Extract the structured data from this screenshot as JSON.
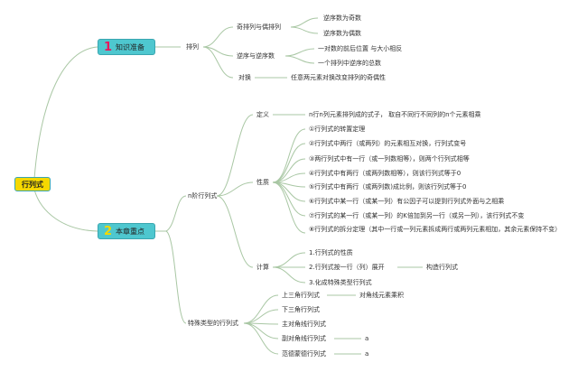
{
  "root": {
    "label": "行列式"
  },
  "colors": {
    "root_fill": "#f5d800",
    "root_border": "#3aa6b0",
    "main_box_fill": "#4ec7cf",
    "main_box_border": "#3aa6b0",
    "num1": "#e8175d",
    "num2": "#f5d800",
    "line": "#a9c7a4"
  },
  "sec1": {
    "number": "1",
    "label": "知识准备",
    "pailie": "排列",
    "jiou": "奇排列与偶排列",
    "jiou_odd": "逆序数为奇数",
    "jiou_even": "逆序数为偶数",
    "nixu": "逆序与逆序数",
    "nixu_1": "一对数的前后位置 与大小相反",
    "nixu_2": "一个排列中逆序的总数",
    "duihuan": "对换",
    "duihuan_1": "任意两元素对换改变排列的奇偶性"
  },
  "sec2": {
    "number": "2",
    "label": "本章重点",
    "njie": "n阶行列式",
    "dingyi": "定义",
    "dingyi_1": "n行n列元素排列成的式子， 取自不同行不同列的n个元素相乘",
    "xingzhi": "性质",
    "xingzhi_items": [
      "①行列式的转置定理",
      "②行列式中两行（或两列）的元素相互对换，行列式变号",
      "③两行列式中有一行（或一列数相等），则两个行列式相等",
      "④行列式中有两行（或两列数相等），则该行列式等于0",
      "⑤行列式中有两行（或两列数)成比例，则该行列式等于0",
      "⑥行列式中某一行（或某一列）有公因子可以提到行列式外面与之相乘",
      "⑦行列式的某一行（或某一列）的K倍加到另一行（或另一列），该行列式不变",
      "⑧行列式的拆分定理（其中一行或一列元素拆成两行或两列元素相加，其余元素保持不变）"
    ],
    "jisuan": "计算",
    "jisuan_1": "1.行列式的性质",
    "jisuan_2": "2.行列式按一行（列）展开",
    "jisuan_2_sub": "构造行列式",
    "jisuan_3": "3.化成特殊类型行列式",
    "teshu": "特殊类型的行列式",
    "teshu_1": "上三角行列式",
    "teshu_1_sub": "对角线元素乘积",
    "teshu_2": "下三角行列式",
    "teshu_3": "主对角线行列式",
    "teshu_4": "副对角线行列式",
    "teshu_4_sub": "a",
    "teshu_5": "范德蒙德行列式",
    "teshu_5_sub": "a"
  }
}
